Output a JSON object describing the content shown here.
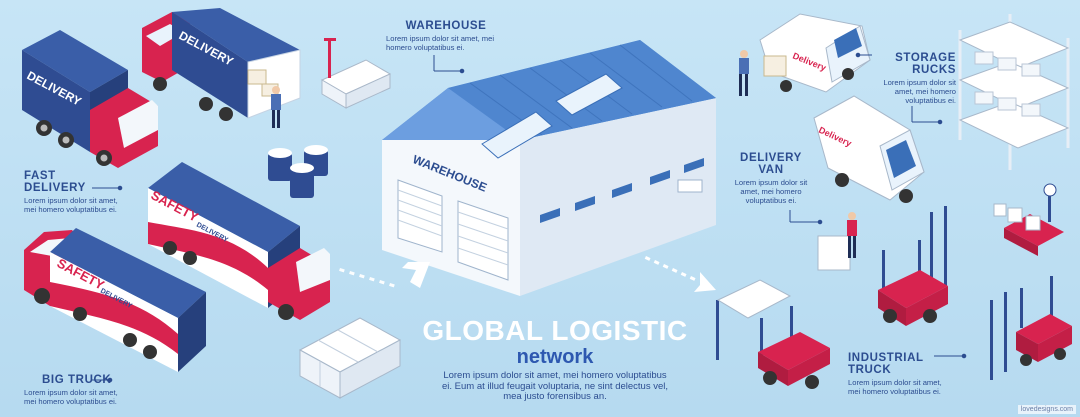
{
  "title": {
    "line1": "GLOBAL LOGISTIC",
    "line2": "network",
    "description": "Lorem ipsum dolor sit amet, mei homero voluptatibus ei. Eum at illud feugait voluptaria, ne sint delectus vel, mea justo forensibus an."
  },
  "labels": {
    "warehouse": {
      "heading": "WAREHOUSE",
      "text": "Lorem ipsum dolor sit amet, mei homero voluptatibus ei."
    },
    "fast_delivery": {
      "heading1": "FAST",
      "heading2": "DELIVERY",
      "text": "Lorem ipsum dolor sit amet, mei homero voluptatibus ei."
    },
    "big_truck": {
      "heading": "BIG TRUCK",
      "text": "Lorem ipsum dolor sit amet, mei homero voluptatibus ei."
    },
    "storage_rucks": {
      "heading1": "STORAGE",
      "heading2": "RUCKS",
      "text": "Lorem ipsum dolor sit amet, mei homero voluptatibus ei."
    },
    "delivery_van": {
      "heading1": "DELIVERY",
      "heading2": "VAN",
      "text": "Lorem ipsum dolor sit amet, mei homero voluptatibus ei."
    },
    "industrial_truck": {
      "heading1": "INDUSTRIAL",
      "heading2": "TRUCK",
      "text": "Lorem ipsum dolor sit amet, mei homero voluptatibus ei."
    }
  },
  "vehicle_text": {
    "delivery": "DELIVERY",
    "safety": "SAFETY",
    "delivery_small": "DELIVERY",
    "van": "Delivery",
    "warehouse_sign": "WAREHOUSE"
  },
  "watermark": "lovedesigns.com",
  "colors": {
    "background": "#bfe0f3",
    "navy": "#2f4c92",
    "red": "#d8234f",
    "white": "#ffffff",
    "roof": "#4f86cf"
  }
}
